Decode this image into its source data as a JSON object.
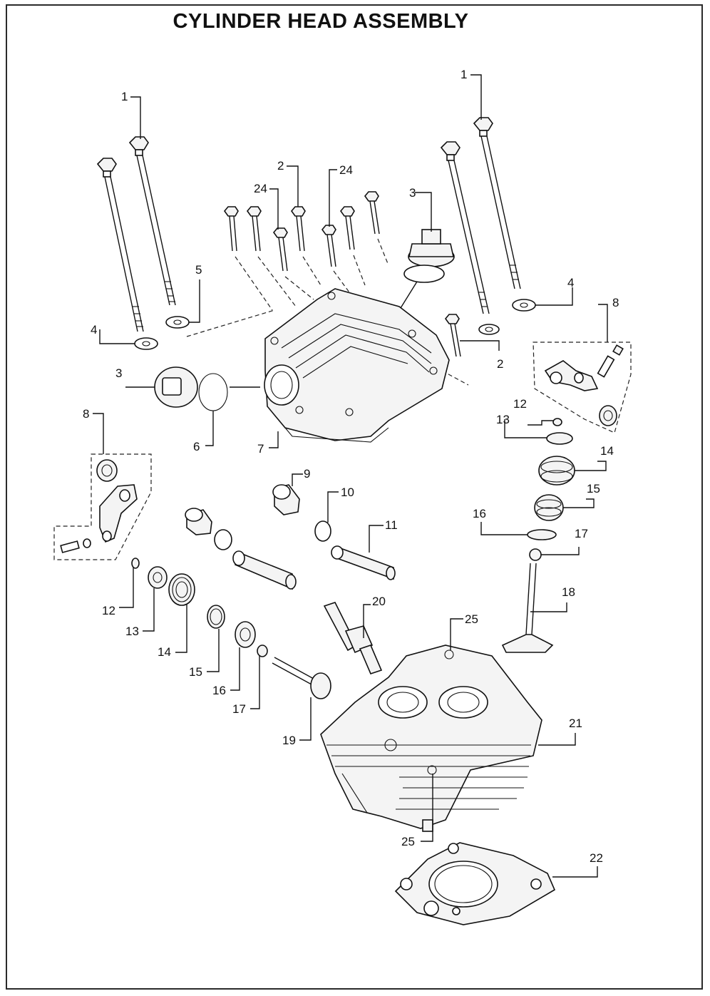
{
  "title": "CYLINDER HEAD ASSEMBLY",
  "callouts": [
    {
      "id": "c1a",
      "text": "1"
    },
    {
      "id": "c1b",
      "text": "1"
    },
    {
      "id": "c2a",
      "text": "2"
    },
    {
      "id": "c2b",
      "text": "2"
    },
    {
      "id": "c3a",
      "text": "3"
    },
    {
      "id": "c3b",
      "text": "3"
    },
    {
      "id": "c4a",
      "text": "4"
    },
    {
      "id": "c4b",
      "text": "4"
    },
    {
      "id": "c5",
      "text": "5"
    },
    {
      "id": "c6",
      "text": "6"
    },
    {
      "id": "c7",
      "text": "7"
    },
    {
      "id": "c8a",
      "text": "8"
    },
    {
      "id": "c8b",
      "text": "8"
    },
    {
      "id": "c9",
      "text": "9"
    },
    {
      "id": "c10",
      "text": "10"
    },
    {
      "id": "c11",
      "text": "11"
    },
    {
      "id": "c12a",
      "text": "12"
    },
    {
      "id": "c12b",
      "text": "12"
    },
    {
      "id": "c13a",
      "text": "13"
    },
    {
      "id": "c13b",
      "text": "13"
    },
    {
      "id": "c14a",
      "text": "14"
    },
    {
      "id": "c14b",
      "text": "14"
    },
    {
      "id": "c15a",
      "text": "15"
    },
    {
      "id": "c15b",
      "text": "15"
    },
    {
      "id": "c16a",
      "text": "16"
    },
    {
      "id": "c16b",
      "text": "16"
    },
    {
      "id": "c17a",
      "text": "17"
    },
    {
      "id": "c17b",
      "text": "17"
    },
    {
      "id": "c18",
      "text": "18"
    },
    {
      "id": "c19",
      "text": "19"
    },
    {
      "id": "c20",
      "text": "20"
    },
    {
      "id": "c21",
      "text": "21"
    },
    {
      "id": "c22",
      "text": "22"
    },
    {
      "id": "c24a",
      "text": "24"
    },
    {
      "id": "c24b",
      "text": "24"
    },
    {
      "id": "c25a",
      "text": "25"
    },
    {
      "id": "c25b",
      "text": "25"
    }
  ]
}
